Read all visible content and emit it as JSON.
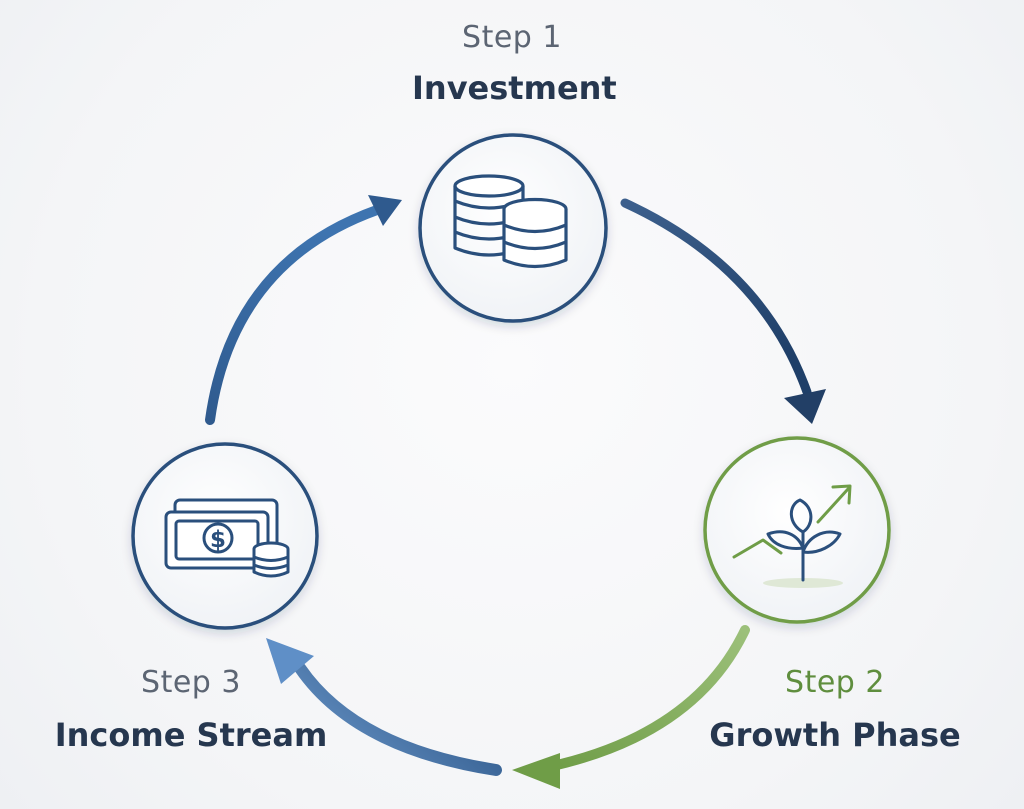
{
  "steps": [
    {
      "number": "Step 1",
      "name": "Investment",
      "icon": "coins-stack-icon"
    },
    {
      "number": "Step 2",
      "name": "Growth Phase",
      "icon": "plant-growth-icon"
    },
    {
      "number": "Step 3",
      "name": "Income Stream",
      "icon": "cash-coins-icon"
    }
  ],
  "colors": {
    "navy": "#2a4f7c",
    "blue": "#3d6fa8",
    "green": "#6f9d47",
    "green_light": "#a9c98a",
    "label_dark": "#26374f",
    "label_gray": "#5c6573",
    "label_green": "#5f8e3e"
  }
}
